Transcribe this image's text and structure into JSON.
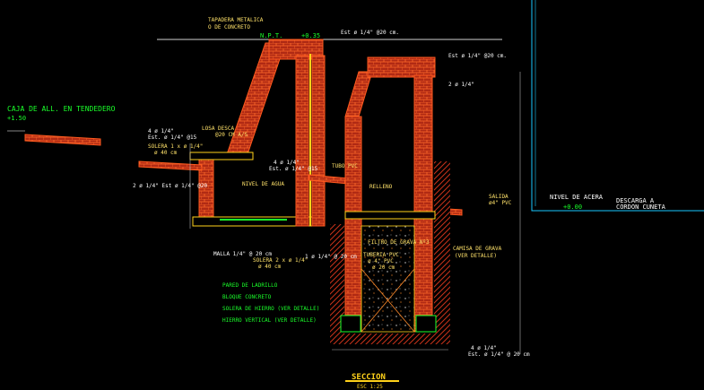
{
  "colors": {
    "background": "#000000",
    "brick": "#ff5a1f",
    "brick_dark": "#c8321a",
    "rebar": "#ffd21a",
    "concrete": "#19c8ff",
    "note_green": "#1aff2a",
    "label_yellow": "#ffe26a",
    "label_white": "#ffffff",
    "dim": "#b0b0b0",
    "gravel": "#ff8a2a",
    "frame": "#19c8ff"
  },
  "labels": {
    "tapadera": "TAPADERA METALICA",
    "tapadera2": "O DE CONCRETO",
    "npt": "N.P.T.",
    "npt_level": "+0.35",
    "est_top_left": "Est ø 1/4\" @20 cm.",
    "est_top_right": "Est ø 1/4\" @20 cm.",
    "two_bars": "2 ø 1/4\"",
    "caja_title": "CAJA DE ALL. EN TENDEDERO",
    "caja_level": "+1.50",
    "four_bars_left": "4 ø 1/4\"",
    "est_left": "Est. ø 1/4\" @15",
    "losa": "LOSA DESCA",
    "n20": "@20 CM A/S",
    "soleras": "SOLERA 1 x ø 1/4\"",
    "soleras2": "ø 40 cm",
    "left_bars_mid": "4 ø 1/4\"",
    "left_bars_mid2": "Est. ø 1/4\" @15",
    "two_left": "2 ø 1/4\" Est ø 1/4\" @20",
    "nivel_agua": "NIVEL DE AGUA",
    "lateral_note": "TUBO PVC",
    "relleno": "RELLENO",
    "salida": "SALIDA",
    "salida2": "ø4\" PVC",
    "nivel_acera": "NIVEL DE ACERA",
    "nivel_acera_level": "+0.00",
    "descarga": "DESCARGA A",
    "cordon": "CORDON CUNETA",
    "filtro": "FILTRO DE GRAVA Nº3",
    "tubo": "TUBERIA PVC",
    "tubo2": "ø 4\" PVC",
    "tubo3": "ø 20 cm",
    "camisa": "CAMISA DE GRAVA",
    "camisa2": "(VER DETALLE)",
    "malla": "MALLA 1/4\" @ 20 cm",
    "soleras_bottom": "SOLERA 2 x ø 1/4\"",
    "soleras_bottom2": "ø 40 cm",
    "bars_bottom": "1 ø 1/4\" @ 20 cm",
    "leg1": "PARED DE LADRILLO",
    "leg2": "BLOQUE CONCRETO",
    "leg3": "SOLERA DE HIERRO (VER DETALLE)",
    "leg4": "HIERRO VERTICAL (VER DETALLE)",
    "bottom_right": "4 ø 1/4\"",
    "bottom_right2": "Est. ø 1/4\" @ 20 cm",
    "seccion": "SECCION",
    "scale": "ESC 1:25"
  }
}
